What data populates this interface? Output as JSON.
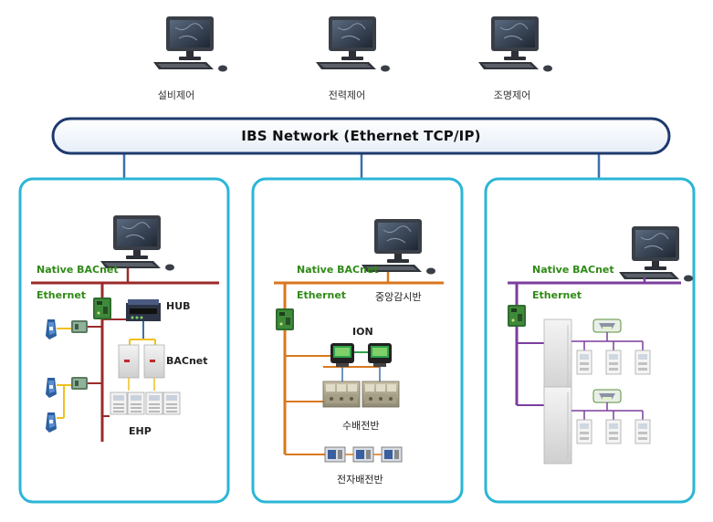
{
  "workstations": [
    {
      "label": "설비제어"
    },
    {
      "label": "전력제어"
    },
    {
      "label": "조명제어"
    }
  ],
  "network": {
    "title": "IBS Network (Ethernet TCP/IP)"
  },
  "panels": [
    {
      "bus_label": "Native BACnet",
      "lan_label": "Ethernet",
      "hub_label": "HUB",
      "gateway_label": "BACnet",
      "units_label": "EHP",
      "colors": {
        "bus": "#9b2b2b",
        "link": "#f0c020"
      }
    },
    {
      "bus_label": "Native BACnet",
      "lan_label": "Ethernet",
      "station_label": "중앙감시반",
      "meter_label": "ION",
      "switchboard_label": "수배전반",
      "distribution_label": "전자배전반",
      "colors": {
        "bus": "#d9771e"
      }
    },
    {
      "bus_label": "Native BACnet",
      "lan_label": "Ethernet",
      "colors": {
        "bus": "#7b3e9e"
      }
    }
  ],
  "colors": {
    "panel_border": "#2bb6d6",
    "backbone_border": "#1e3a6e",
    "riser": "#3d6fa8"
  }
}
